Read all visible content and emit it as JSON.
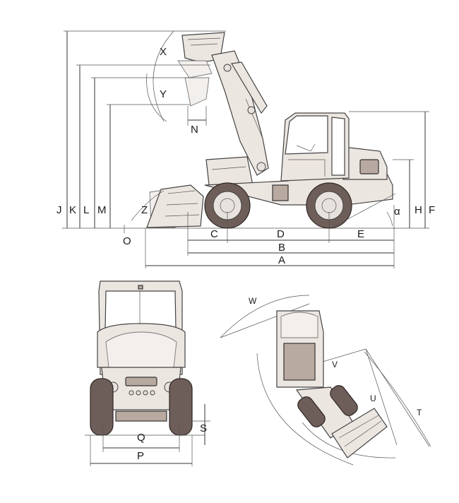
{
  "labels": {
    "X": "X",
    "Y": "Y",
    "Z": "Z",
    "N": "N",
    "O": "O",
    "J": "J",
    "K": "K",
    "L": "L",
    "M": "M",
    "A": "A",
    "B": "B",
    "C": "C",
    "D": "D",
    "E": "E",
    "F": "F",
    "H": "H",
    "alpha": "α",
    "P": "P",
    "Q": "Q",
    "S": "S",
    "T": "T",
    "U": "U",
    "V": "V",
    "W": "W"
  }
}
